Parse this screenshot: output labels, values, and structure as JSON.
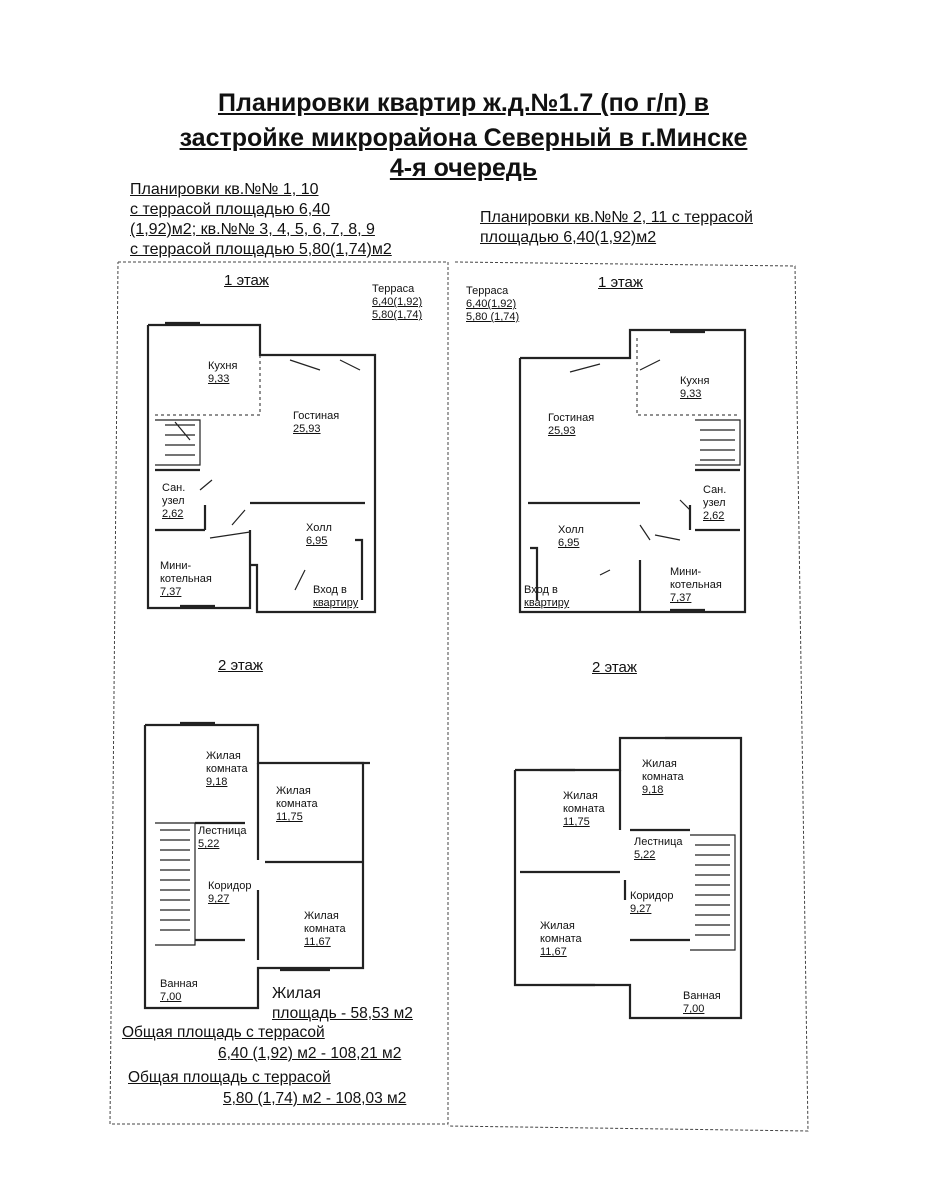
{
  "title": {
    "line1": "Планировки квартир ж.д.№1.7  (по г/п) в",
    "line2": "застройке микрорайона Северный в г.Минске",
    "line3": "4-я очередь"
  },
  "left": {
    "caption": [
      "Планировки кв.№№ 1, 10",
      "с террасой площадью 6,40",
      "(1,92)м2; кв.№№ 3, 4, 5, 6, 7, 8, 9",
      "с террасой площадью 5,80(1,74)м2"
    ],
    "floor1": "1 этаж",
    "floor2": "2 этаж",
    "terrace": [
      "Терраса",
      "6,40(1,92)",
      "5,80(1,74)"
    ],
    "rooms1": {
      "kitchen": [
        "Кухня",
        "9,33"
      ],
      "living": [
        "Гостиная",
        "25,93"
      ],
      "bath": [
        "Сан.",
        "узел",
        "2,62"
      ],
      "hall": [
        "Холл",
        "6,95"
      ],
      "boiler": [
        "Мини-",
        "котельная",
        "7,37"
      ],
      "entry": [
        "Вход в",
        "квартиру"
      ]
    },
    "rooms2": {
      "room1": [
        "Жилая",
        "комната",
        "9,18"
      ],
      "room2": [
        "Жилая",
        "комната",
        "11,75"
      ],
      "stairs": [
        "Лестница",
        "5,22"
      ],
      "corridor": [
        "Коридор",
        "9,27"
      ],
      "room3": [
        "Жилая",
        "комната",
        "11,67"
      ],
      "bathroom": [
        "Ванная",
        "7,00"
      ]
    },
    "living_area": [
      "Жилая",
      "площадь - 58,53 м2"
    ],
    "total1": [
      "Общая площадь с террасой",
      "6,40 (1,92) м2 - 108,21 м2"
    ],
    "total2": [
      "Общая площадь с террасой",
      "5,80 (1,74) м2 - 108,03 м2"
    ]
  },
  "right": {
    "caption": [
      "Планировки кв.№№ 2, 11 с террасой",
      "площадью 6,40(1,92)м2"
    ],
    "floor1": "1 этаж",
    "floor2": "2 этаж",
    "terrace": [
      "Терраса",
      "6,40(1,92)",
      "5,80 (1,74)"
    ],
    "rooms1": {
      "living": [
        "Гостиная",
        "25,93"
      ],
      "kitchen": [
        "Кухня",
        "9,33"
      ],
      "bath": [
        "Сан.",
        "узел",
        "2,62"
      ],
      "hall": [
        "Холл",
        "6,95"
      ],
      "entry": [
        "Вход в",
        "квартиру"
      ],
      "boiler": [
        "Мини-",
        "котельная",
        "7,37"
      ]
    },
    "rooms2": {
      "room1": [
        "Жилая",
        "комната",
        "9,18"
      ],
      "room2": [
        "Жилая",
        "комната",
        "11,75"
      ],
      "stairs": [
        "Лестница",
        "5,22"
      ],
      "corridor": [
        "Коридор",
        "9,27"
      ],
      "room3": [
        "Жилая",
        "комната",
        "11,67"
      ],
      "bathroom": [
        "Ванная",
        "7,00"
      ]
    }
  }
}
